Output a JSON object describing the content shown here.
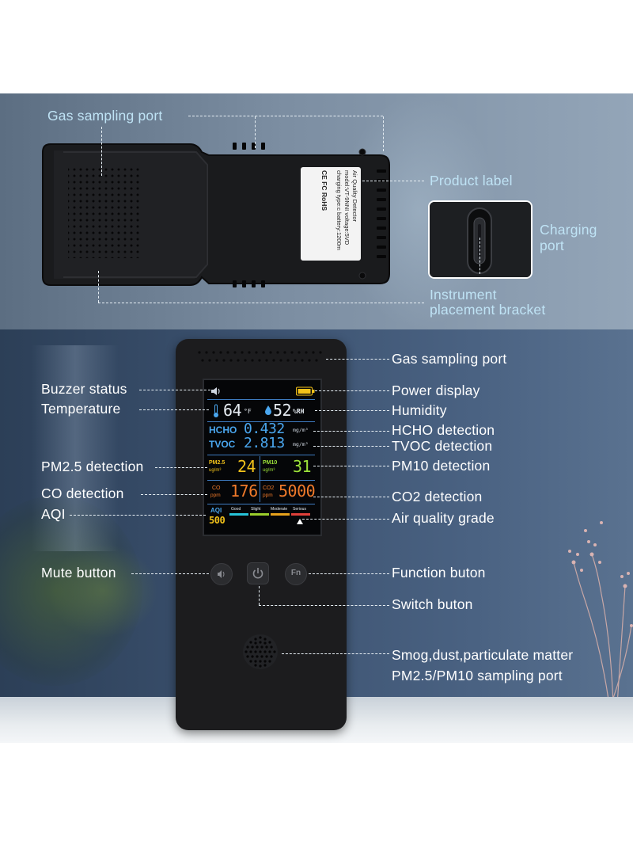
{
  "top": {
    "labels": {
      "gas_sampling_port": "Gas sampling port",
      "product_label": "Product label",
      "charging_port": [
        "Charging",
        "port"
      ],
      "instrument_bracket": [
        "Instrument",
        "placement bracket"
      ]
    },
    "sticker_lines": [
      "Air  Quality  Detector",
      "model:VT-9NNI  voltage:5VD",
      "charging type:c battery:1200m",
      "CE    FC    RoHS"
    ]
  },
  "bottom": {
    "left_labels": {
      "buzzer_status": "Buzzer status",
      "temperature": "Temperature",
      "pm25_detection": "PM2.5 detection",
      "co_detection": "CO detection",
      "aqi": "AQI",
      "mute_button": "Mute button"
    },
    "right_labels": {
      "gas_sampling_port": "Gas sampling port",
      "power_display": "Power display",
      "humidity": "Humidity",
      "hcho_detection": "HCHO detection",
      "tvoc_detection": "TVOC detection",
      "pm10_detection": "PM10 detection",
      "co2_detection": "CO2 detection",
      "air_quality_grade": "Air quality grade",
      "function_button": "Function buton",
      "switch_button": "Switch buton",
      "smog_port": [
        "Smog,dust,particulate matter",
        "PM2.5/PM10 sampling port"
      ]
    }
  },
  "screen": {
    "temp_value": "64",
    "temp_unit": "°F",
    "humidity_value": "52",
    "humidity_unit": "%RH",
    "hcho_label": "HCHO",
    "hcho_value": "0.432",
    "hcho_unit": "mg/m³",
    "tvoc_label": "TVOC",
    "tvoc_value": "2.813",
    "tvoc_unit": "mg/m³",
    "pm25_label": "PM2.5",
    "pm25_unit": "ug/m³",
    "pm25_value": "24",
    "pm10_label": "PM10",
    "pm10_unit": "ug/m³",
    "pm10_value": "31",
    "co_label": "CO",
    "co_unit": "ppm",
    "co_value": "176",
    "co2_label": "CO2",
    "co2_unit": "ppm",
    "co2_value": "5000",
    "aqi_label": "AQI",
    "aqi_value": "500",
    "grades": [
      "Good",
      "Slight",
      "Moderate",
      "Serious"
    ],
    "grade_colors": [
      "#27c3d8",
      "#9ccf2c",
      "#e8a21c",
      "#e0403a"
    ],
    "battery_color": "#f2c21a"
  },
  "buttons": {
    "function_label": "Fn"
  }
}
